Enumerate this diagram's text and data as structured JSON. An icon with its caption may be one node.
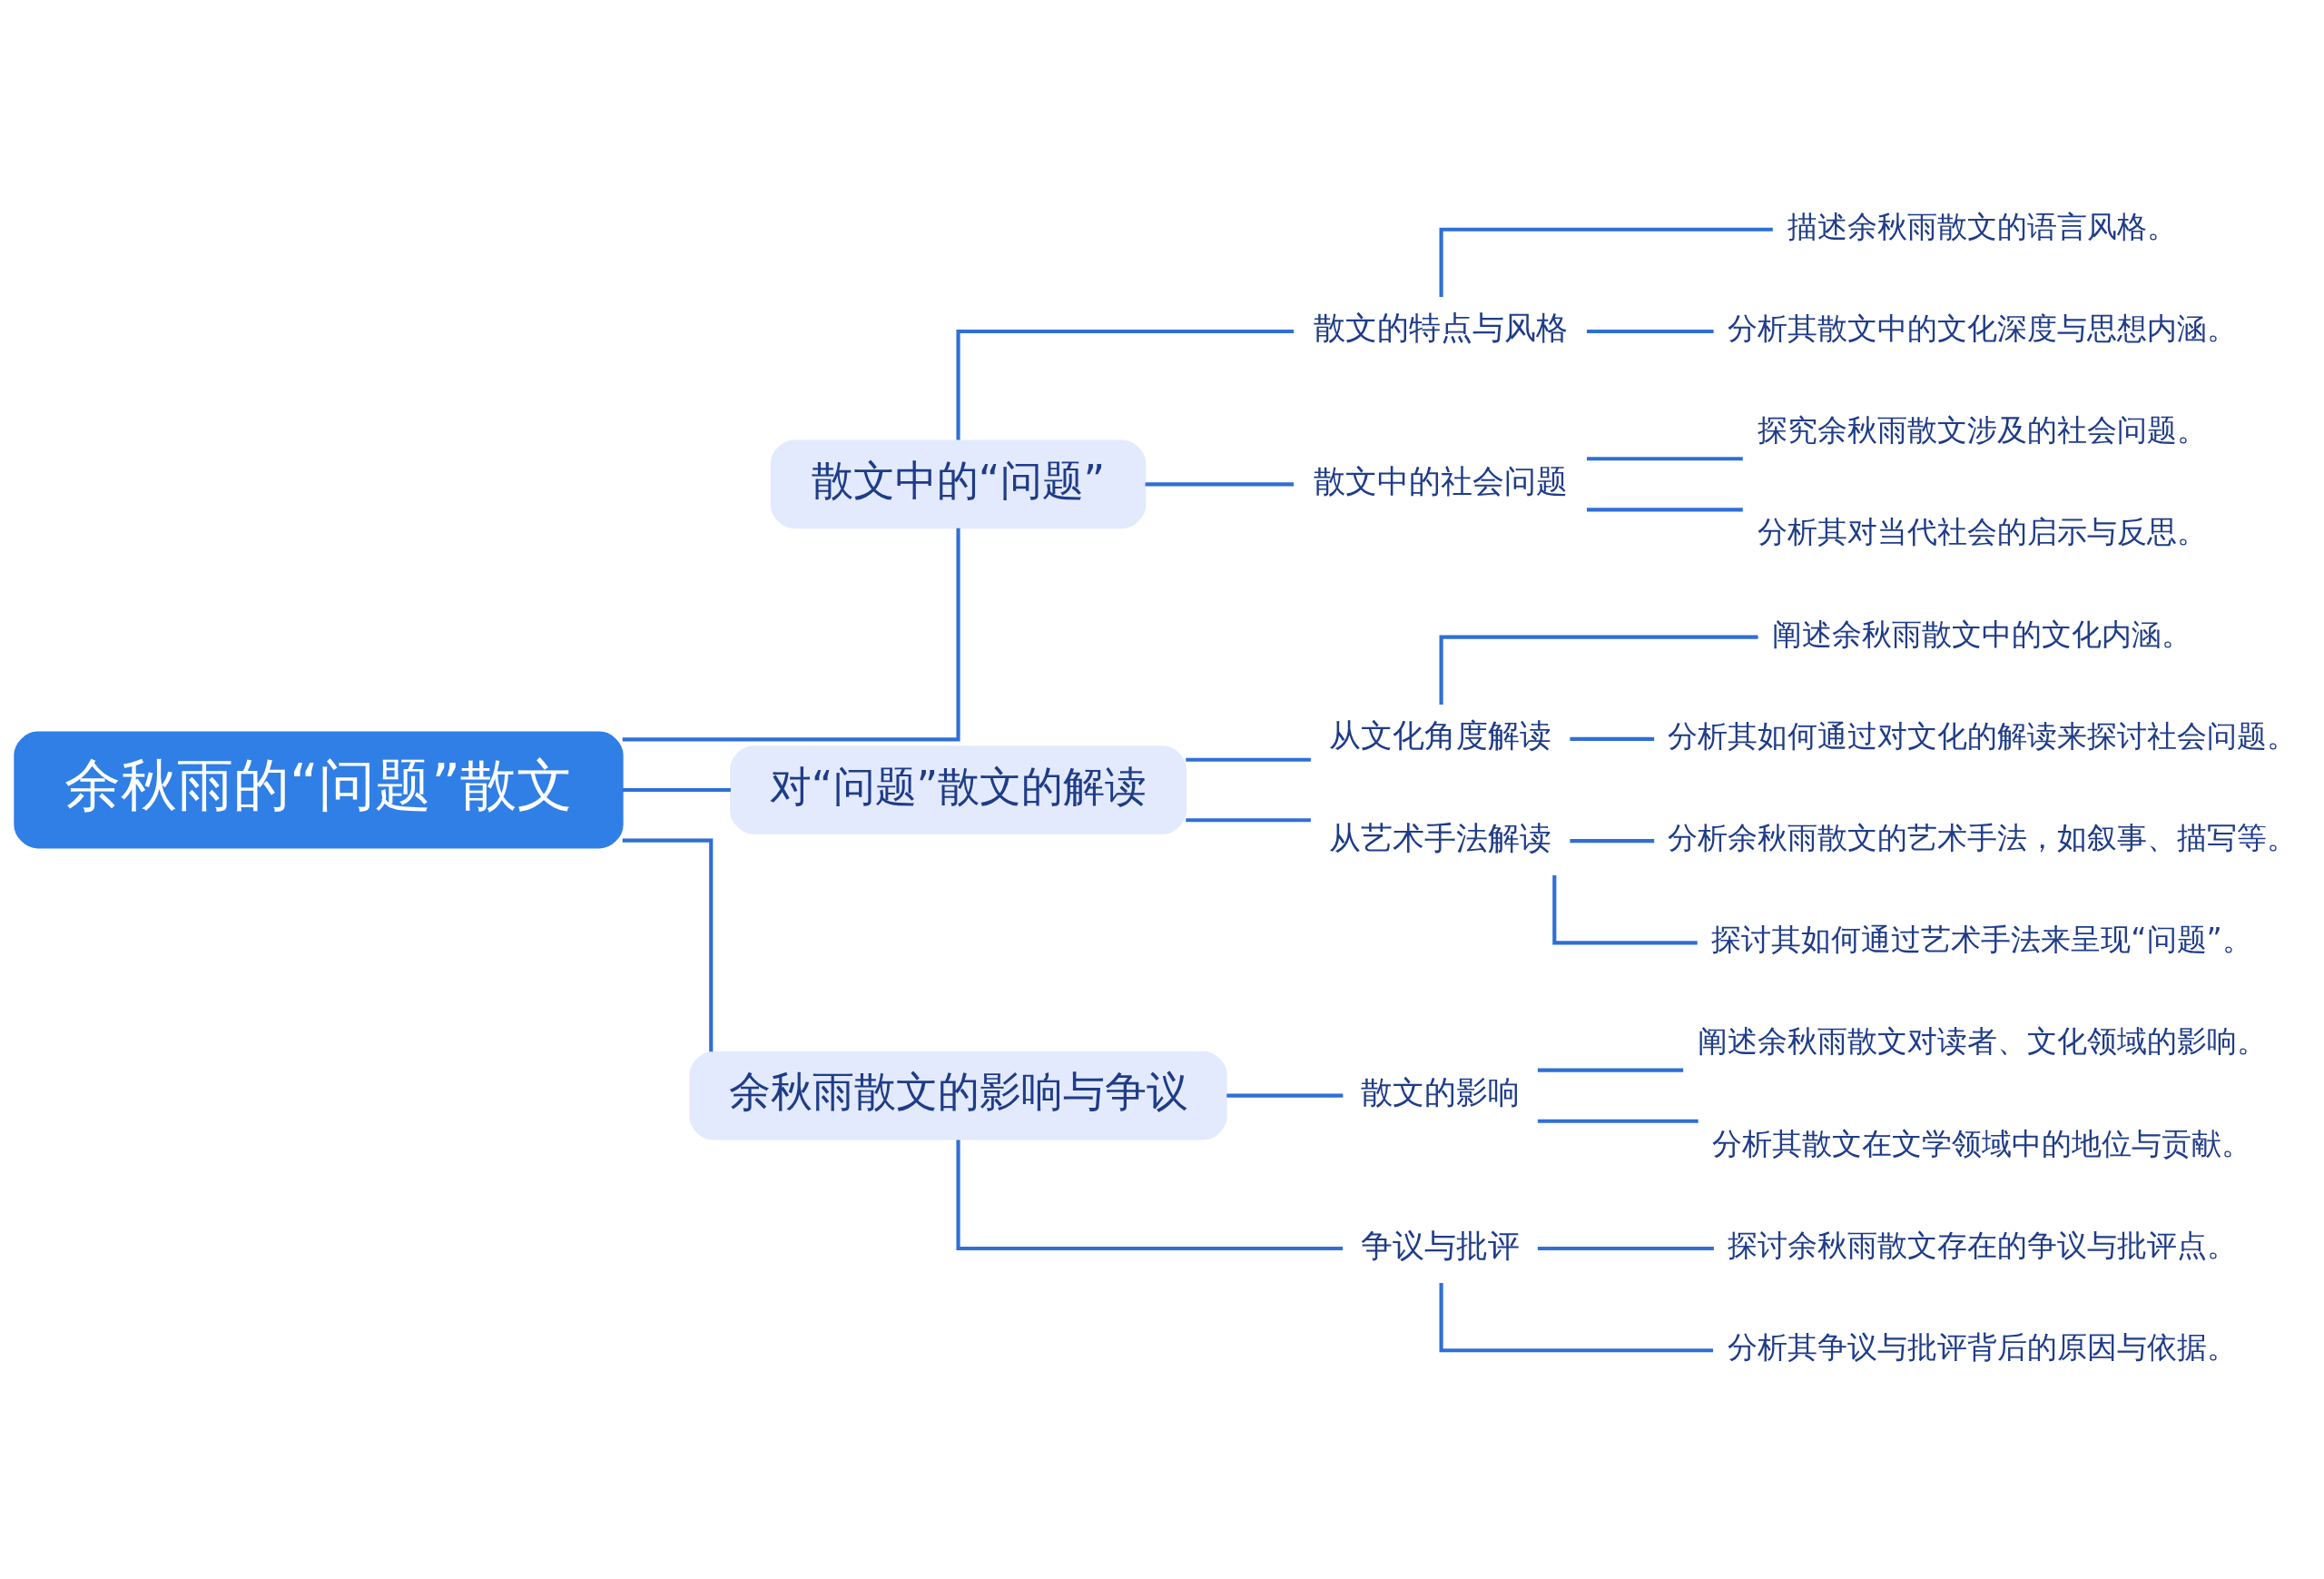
{
  "diagram": {
    "nodes": [
      {
        "text": [
          "余秋雨的“问题”散文"
        ]
      },
      {
        "text": [
          "散文中的“问题”"
        ]
      },
      {
        "text": [
          "散文的特点与风格"
        ]
      },
      {
        "text": [
          "描述余秋雨散文的语言风格。"
        ]
      },
      {
        "text": [
          "分析其散文中的文化深度与思想内涵。"
        ]
      },
      {
        "text": [
          "散文中的社会问题"
        ]
      },
      {
        "text": [
          "探究余秋雨散文涉及的社会问题。"
        ]
      },
      {
        "text": [
          "分析其对当代社会的启示与反思。"
        ]
      },
      {
        "text": [
          "对“问题”散文的解读"
        ]
      },
      {
        "text": [
          "从文化角度解读"
        ]
      },
      {
        "text": [
          "阐述余秋雨散文中的文化内涵。"
        ]
      },
      {
        "text": [
          "分析其如何通过对文化的解读来探讨社会问题。"
        ]
      },
      {
        "text": [
          "从艺术手法解读"
        ]
      },
      {
        "text": [
          "分析余秋雨散文的艺术手法，如叙事、描写等。"
        ]
      },
      {
        "text": [
          "探讨其如何通过艺术手法来呈现“问题”。"
        ]
      },
      {
        "text": [
          "余秋雨散文的影响与争议"
        ]
      },
      {
        "text": [
          "散文的影响"
        ]
      },
      {
        "text": [
          "阐述余秋雨散文对读者、文化领域的影响。"
        ]
      },
      {
        "text": [
          "分析其散文在文学领域中的地位与贡献。"
        ]
      },
      {
        "text": [
          "争议与批评"
        ]
      },
      {
        "text": [
          "探讨余秋雨散文存在的争议与批评点。"
        ]
      },
      {
        "text": [
          "分析其争议与批评背后的原因与依据。"
        ]
      }
    ],
    "edges": [
      {
        "from": 0,
        "to": 1,
        "arrow": "none"
      },
      {
        "from": 1,
        "to": 2,
        "arrow": "none"
      },
      {
        "from": 2,
        "to": 3,
        "arrow": "none"
      },
      {
        "from": 2,
        "to": 4,
        "arrow": "none"
      },
      {
        "from": 1,
        "to": 5,
        "arrow": "none"
      },
      {
        "from": 5,
        "to": 6,
        "arrow": "none"
      },
      {
        "from": 5,
        "to": 7,
        "arrow": "none"
      },
      {
        "from": 0,
        "to": 8,
        "arrow": "none"
      },
      {
        "from": 8,
        "to": 9,
        "arrow": "none"
      },
      {
        "from": 9,
        "to": 10,
        "arrow": "none"
      },
      {
        "from": 9,
        "to": 11,
        "arrow": "none"
      },
      {
        "from": 8,
        "to": 12,
        "arrow": "none"
      },
      {
        "from": 12,
        "to": 13,
        "arrow": "none"
      },
      {
        "from": 12,
        "to": 14,
        "arrow": "none"
      },
      {
        "from": 0,
        "to": 15,
        "arrow": "none"
      },
      {
        "from": 15,
        "to": 16,
        "arrow": "none"
      },
      {
        "from": 16,
        "to": 17,
        "arrow": "none"
      },
      {
        "from": 16,
        "to": 18,
        "arrow": "none"
      },
      {
        "from": 15,
        "to": 19,
        "arrow": "none"
      },
      {
        "from": 19,
        "to": 20,
        "arrow": "none"
      },
      {
        "from": 19,
        "to": 21,
        "arrow": "none"
      }
    ]
  }
}
